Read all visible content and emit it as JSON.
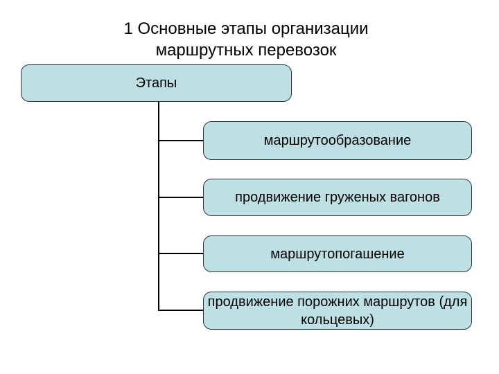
{
  "title": {
    "line1": "1 Основные этапы организации",
    "line2": "маршрутных перевозок"
  },
  "diagram": {
    "root": {
      "label": "Этапы"
    },
    "stages": [
      {
        "label": "маршрутообразование"
      },
      {
        "label": "продвижение груженых вагонов"
      },
      {
        "label": "маршрутопогашение"
      },
      {
        "label": "продвижение порожних маршрутов (для кольцевых)"
      }
    ],
    "colors": {
      "box_fill": "#bde0e4",
      "box_border": "#2e3436",
      "connector": "#000000",
      "text": "#000000"
    }
  }
}
